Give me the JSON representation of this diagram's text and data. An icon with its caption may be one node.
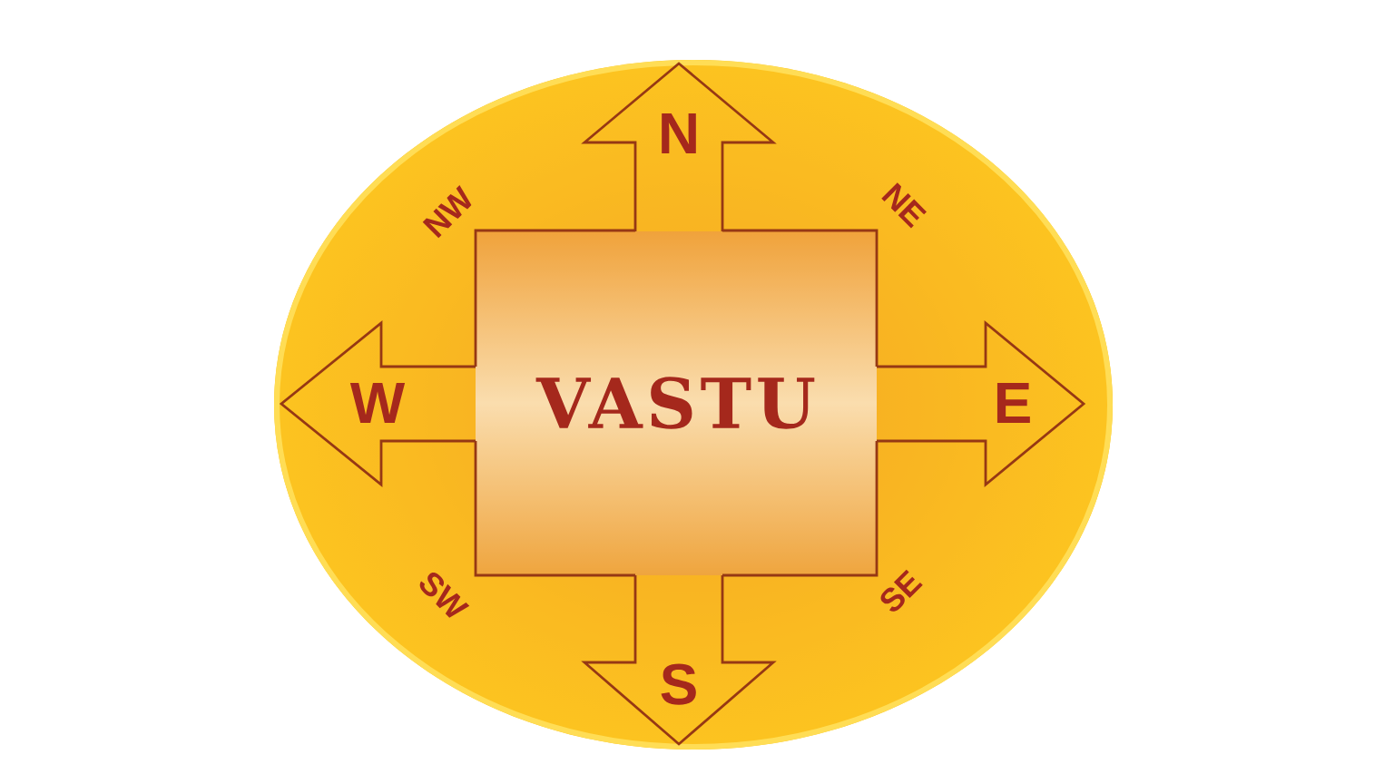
{
  "diagram": {
    "nodes": [
      {
        "text": [
          "NW",
          "NE",
          "SW",
          "SE"
        ]
      },
      {
        "text": [
          "N"
        ],
        "in": 0
      },
      {
        "text": [
          "W"
        ],
        "in": 0
      },
      {
        "text": [
          "VASTU"
        ],
        "in": 0
      },
      {
        "text": [
          "E"
        ],
        "in": 0
      },
      {
        "text": [
          "S"
        ],
        "in": 0
      }
    ]
  }
}
